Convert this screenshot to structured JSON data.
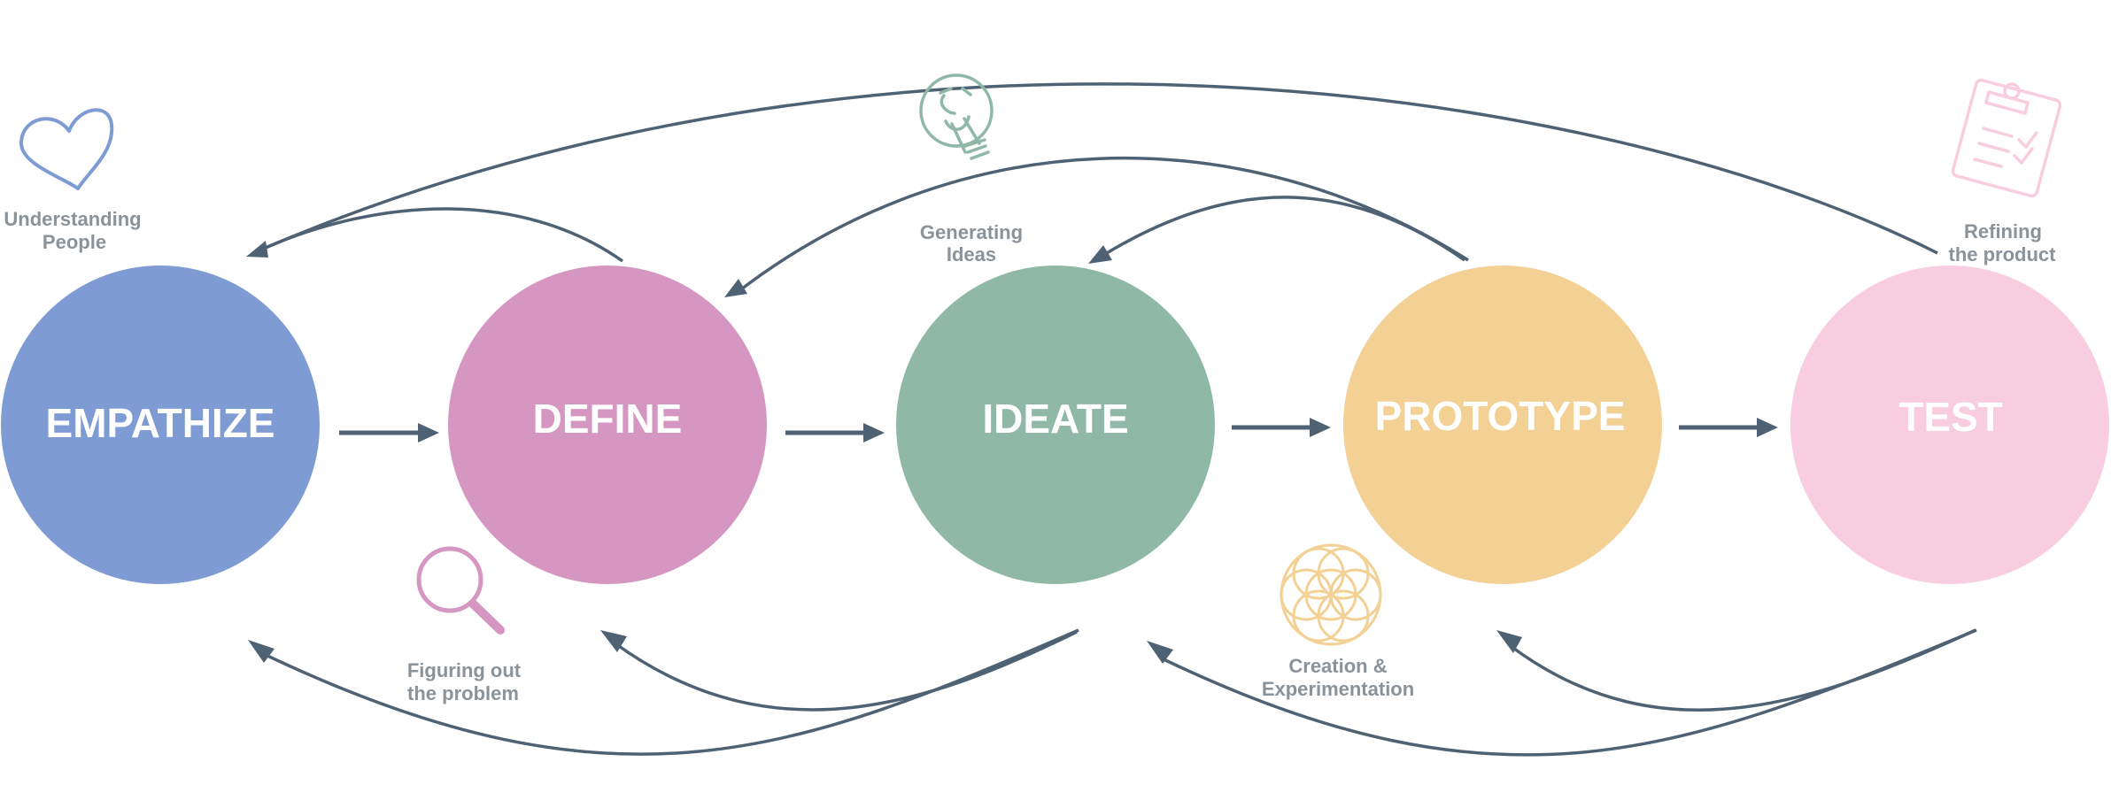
{
  "stages": [
    {
      "id": "empathize",
      "label": "EMPATHIZE",
      "color": "#7f9bd4",
      "caption": [
        "Understanding",
        "People"
      ],
      "icon": "heart-icon",
      "icon_color": "#7f9bd4"
    },
    {
      "id": "define",
      "label": "DEFINE",
      "color": "#d596c1",
      "caption": [
        "Figuring out",
        "the problem"
      ],
      "icon": "magnifier-icon",
      "icon_color": "#d596c1"
    },
    {
      "id": "ideate",
      "label": "IDEATE",
      "color": "#8fb8a7",
      "caption": [
        "Generating",
        "Ideas"
      ],
      "icon": "lightbulb-icon",
      "icon_color": "#8fb8a7"
    },
    {
      "id": "prototype",
      "label": "PROTOTYPE",
      "color": "#f3d094",
      "caption": [
        "Creation &",
        "Experimentation"
      ],
      "icon": "flower-of-life-icon",
      "icon_color": "#f3d094"
    },
    {
      "id": "test",
      "label": "TEST",
      "color": "#f8cde0",
      "caption": [
        "Refining",
        "the product"
      ],
      "icon": "clipboard-icon",
      "icon_color": "#f8cde0"
    }
  ],
  "arrow_color": "#4f6274",
  "caption_color": "#8a929a"
}
